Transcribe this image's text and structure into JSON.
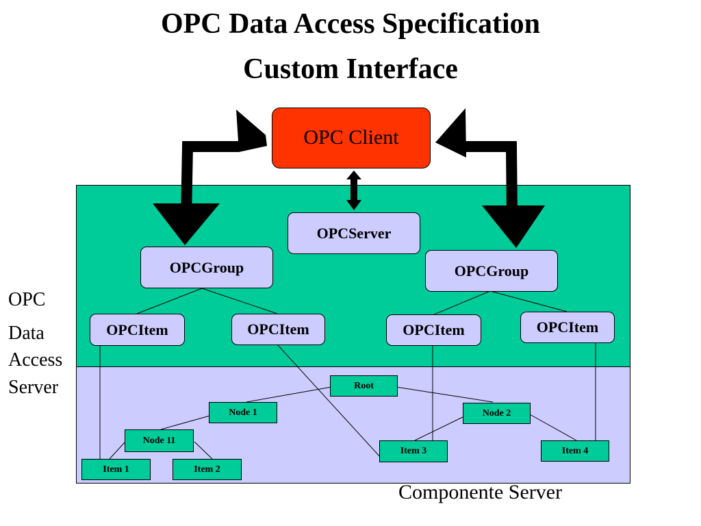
{
  "title": {
    "line1": "OPC Data Access Specification",
    "line2": "Custom Interface"
  },
  "client": {
    "label": "OPC Client",
    "color": "#ff3300"
  },
  "server_object": {
    "label": "OPCServer"
  },
  "groups": [
    {
      "label": "OPCGroup",
      "items": [
        "OPCItem",
        "OPCItem"
      ]
    },
    {
      "label": "OPCGroup",
      "items": [
        "OPCItem",
        "OPCItem"
      ]
    }
  ],
  "address_space": {
    "root": "Root",
    "nodes": [
      "Node 1",
      "Node 2",
      "Node 11"
    ],
    "items": [
      "Item 1",
      "Item 2",
      "Item 3",
      "Item 4"
    ]
  },
  "side_label": [
    "OPC",
    "Data",
    "Access",
    "Server"
  ],
  "component_label": "Componente Server",
  "colors": {
    "data_access_region": "#00cc99",
    "server_region": "#ccccff",
    "object_box": "#ccccff",
    "node_box": "#00cc99",
    "client_box": "#ff3300"
  }
}
